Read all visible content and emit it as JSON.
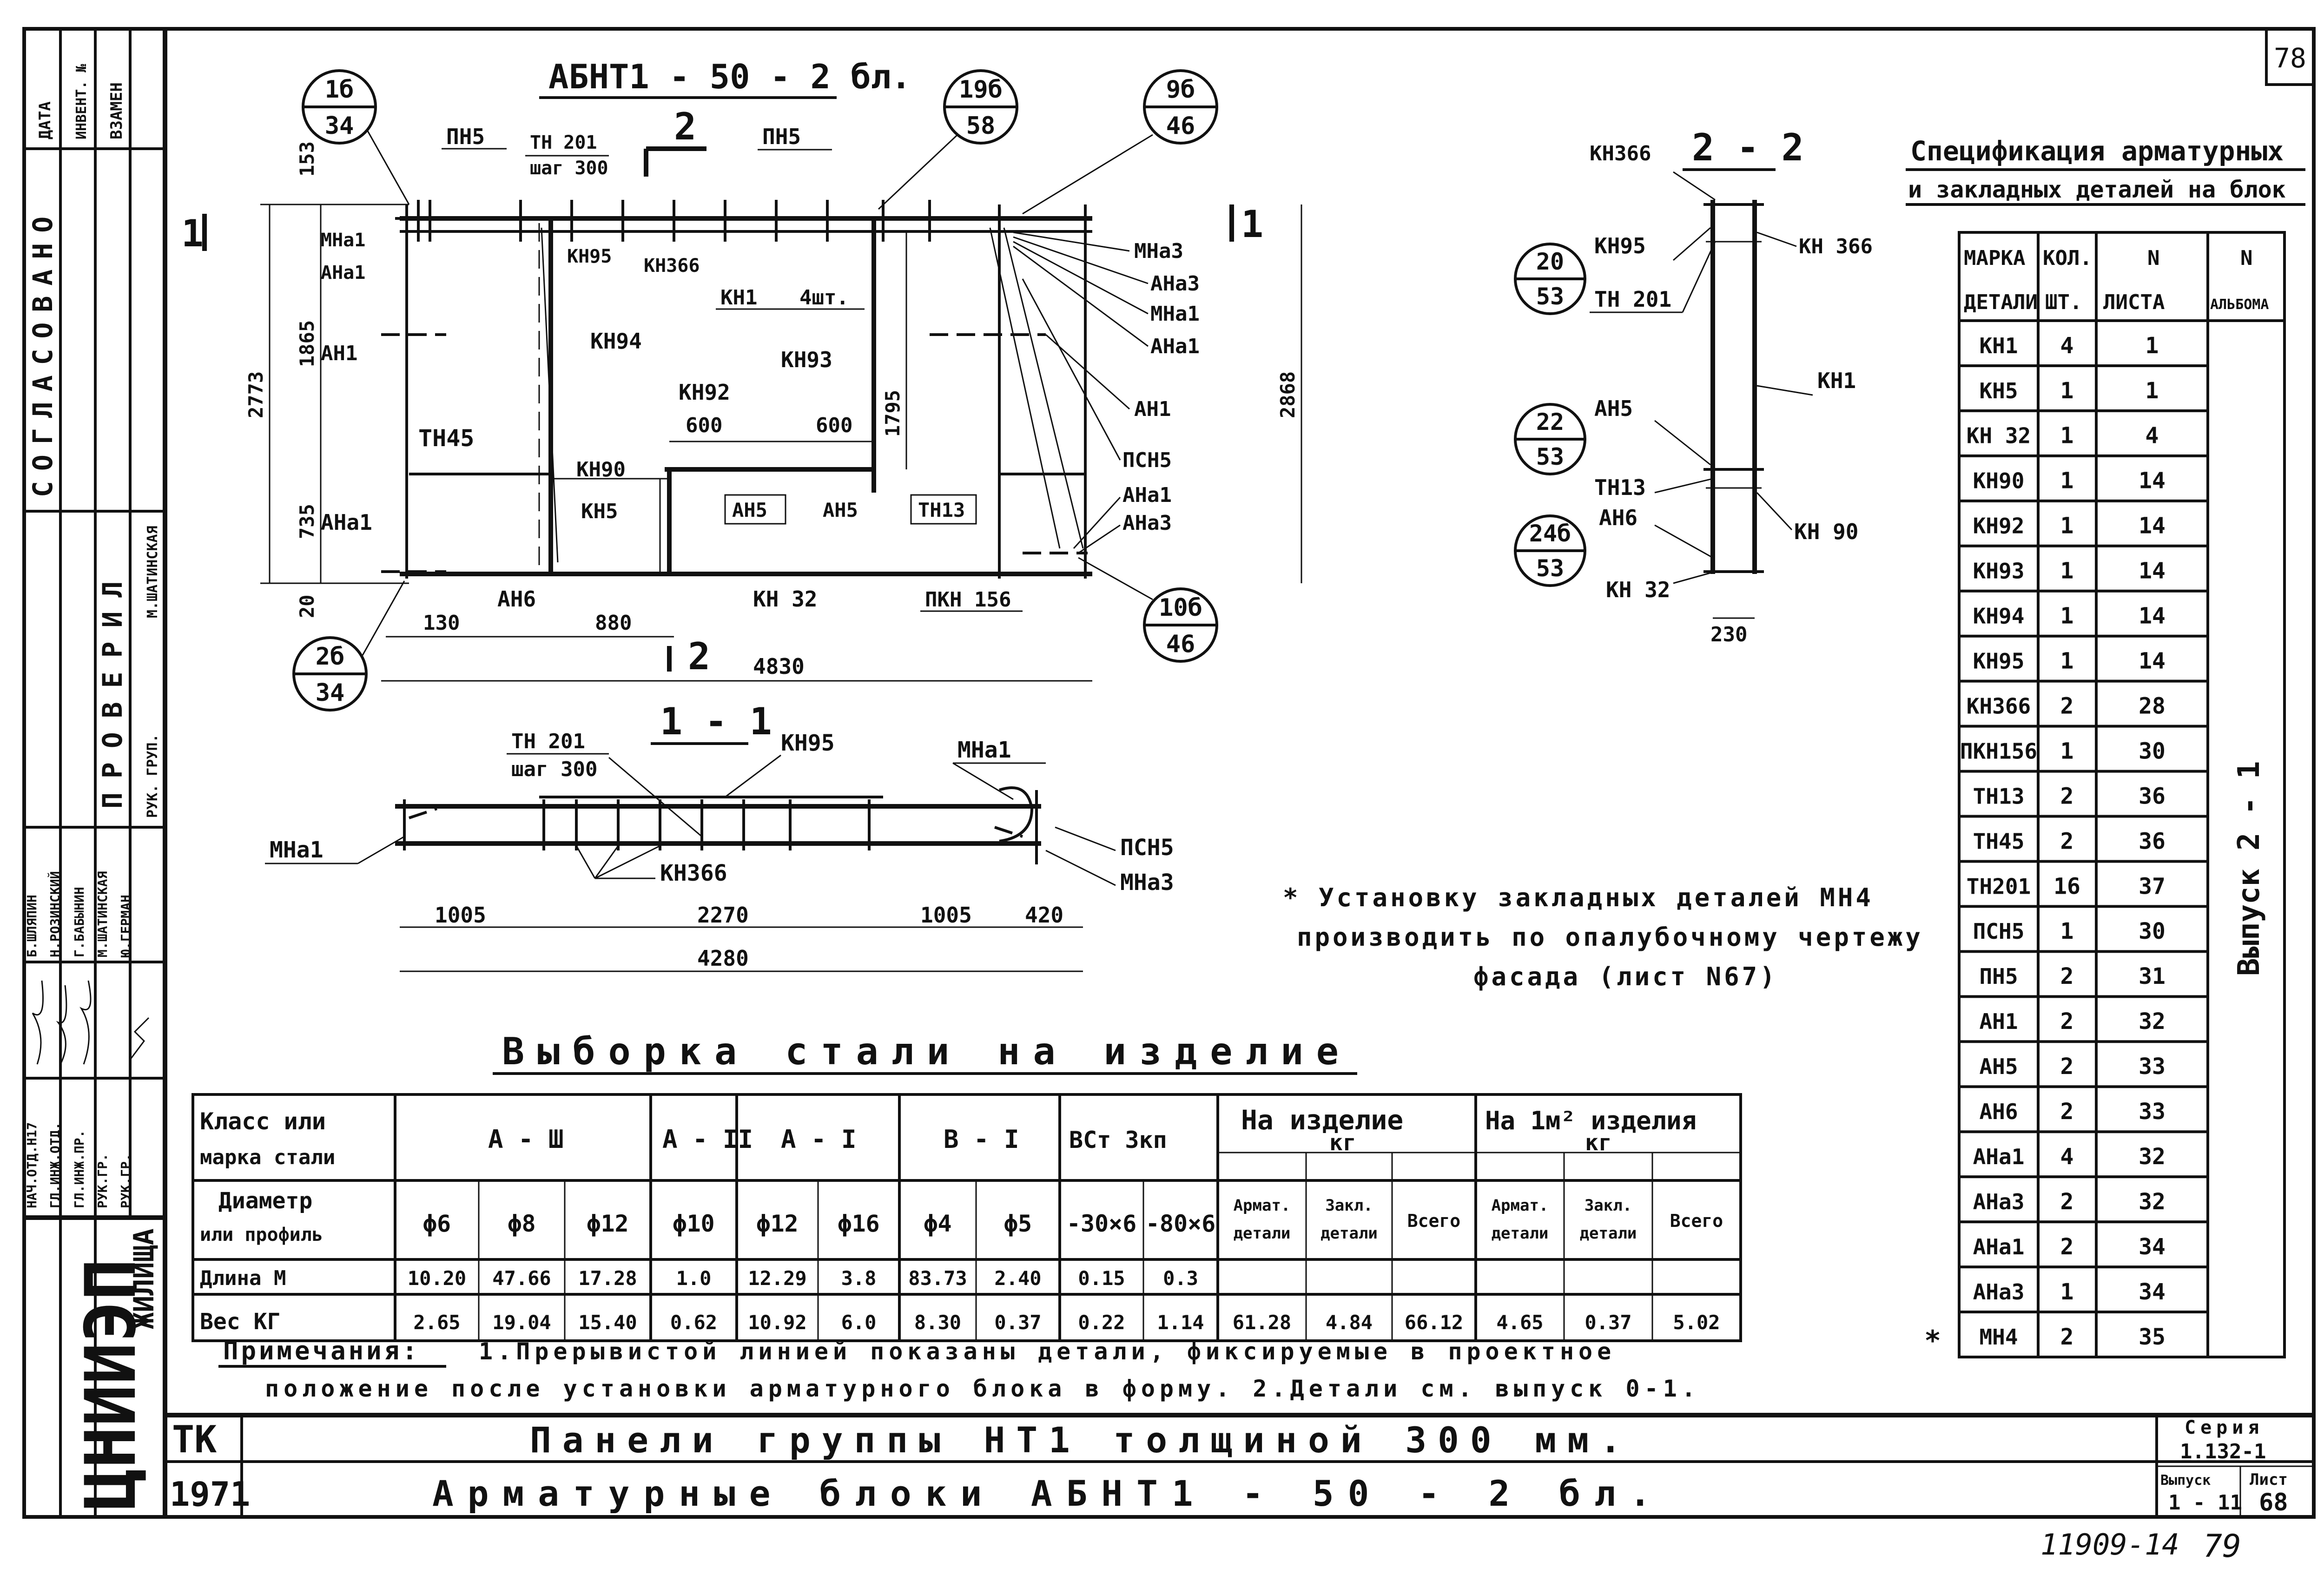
{
  "sheet_corner_number": "78",
  "handwritten_bottom": "11909-14",
  "handwritten_bottom_page": "79",
  "left_strip": {
    "header_date": "ДАТА",
    "header_invent": "ИНВЕНТ. №",
    "header_vzamen": "ВЗАМЕН",
    "soglasovano": "СОГЛАСОВАНО",
    "provereno": "ПРОВЕРИЛ",
    "check_name": "М.ШАТИНСКАЯ",
    "role_ruk_grup": "РУК. ГРУП.",
    "roles": [
      "НАЧ.ОТД.Н17",
      "ГЛ.ИНЖ.ОТД.",
      "ГЛ.ИНЖ.ПР.",
      "РУК.ГР.",
      "РУК.ГР."
    ],
    "names": [
      "Б.ШЛЯПИН",
      "Н.РОЗИНСКИЙ",
      "Г.БАБЫНИН",
      "М.ШАТИНСКАЯ",
      "Ю.ГЕРМАН"
    ],
    "org_name": "ЦНИИЭП",
    "org_suffix": "ЖИЛИЩА"
  },
  "drawing_main": {
    "title": "АБНТ1 - 50 - 2 бл.",
    "section_mark": "2",
    "section_mark_left": "1",
    "section_mark_right": "1",
    "callouts": [
      {
        "top": "1б",
        "bottom": "34"
      },
      {
        "top": "19б",
        "bottom": "58"
      },
      {
        "top": "9б",
        "bottom": "46"
      },
      {
        "top": "2б",
        "bottom": "34"
      },
      {
        "top": "10б",
        "bottom": "46"
      }
    ],
    "labels": {
      "pn5_left": "ПН5",
      "th201": "ТН 201",
      "shag": "шаг 300",
      "pn5_right": "ПН5",
      "mna1_a": "МНа1",
      "ana1_a": "АНа1",
      "kn95": "КН95",
      "kn366": "КН366",
      "kn1": "КН1",
      "kn1_count": "4шт.",
      "an1_left": "АН1",
      "kn94": "КН94",
      "kn93": "КН93",
      "kn92": "КН92",
      "th45": "ТН45",
      "kn90": "КН90",
      "kn5": "КН5",
      "an5_a": "АН5",
      "an5_b": "АН5",
      "th13": "ТН13",
      "ana1_left": "АНа1",
      "an6": "АН6",
      "kn32": "КН 32",
      "pkn156": "ПКН 156",
      "mna3_r": "МНа3",
      "ana3_r": "АНа3",
      "mna1_r": "МНа1",
      "ana1_r": "АНа1",
      "an1_r": "АН1",
      "psn5_r": "ПСН5",
      "ana1_r2": "АНа1",
      "ana3_r2": "АНа3"
    },
    "dims": {
      "d153": "153",
      "d1865": "1865",
      "d2773": "2773",
      "d735": "735",
      "d20": "20",
      "d130": "130",
      "d880": "880",
      "d4830": "4830",
      "d600a": "600",
      "d600b": "600",
      "d1795": "1795",
      "d2868": "2868"
    }
  },
  "section_22": {
    "title": "2 - 2",
    "labels": {
      "kn366_top": "КН366",
      "kn95": "КН95",
      "kn366_r": "КН 366",
      "th201": "ТН 201",
      "kn1": "КН1",
      "an5": "АН5",
      "th13": "ТН13",
      "an6": "АН6",
      "kn90": "КН 90",
      "kn32": "КН 32",
      "d230": "230"
    },
    "callouts": [
      {
        "top": "20",
        "bottom": "53"
      },
      {
        "top": "22",
        "bottom": "53"
      },
      {
        "top": "24б",
        "bottom": "53"
      }
    ]
  },
  "section_11": {
    "title": "1 - 1",
    "labels": {
      "th201": "ТН 201",
      "shag": "шаг 300",
      "kn95": "КН95",
      "mna1_top": "МНа1",
      "mna1_left": "МНа1",
      "kn366": "КН366",
      "psn5": "ПСН5",
      "mna3": "МНа3"
    },
    "dims": {
      "d1005a": "1005",
      "d2270": "2270",
      "d1005b": "1005",
      "d420": "420",
      "d4280": "4280"
    }
  },
  "note_star": {
    "line1": "* Установку закладных деталей МН4",
    "line2": "производить по опалубочному чертежу",
    "line3": "фасада (лист N67)"
  },
  "spec": {
    "title_line1": "Спецификация арматурных",
    "title_line2": "и закладных деталей на блок",
    "headers": [
      [
        "МАРКА",
        "ДЕТАЛИ"
      ],
      [
        "КОЛ.",
        "ШТ."
      ],
      [
        "N",
        "ЛИСТА"
      ],
      [
        "N",
        "АЛЬБОМА"
      ]
    ],
    "album_vertical": "Выпуск 2 - 1",
    "rows": [
      [
        "КН1",
        "4",
        "1"
      ],
      [
        "КН5",
        "1",
        "1"
      ],
      [
        "КН 32",
        "1",
        "4"
      ],
      [
        "КН90",
        "1",
        "14"
      ],
      [
        "КН92",
        "1",
        "14"
      ],
      [
        "КН93",
        "1",
        "14"
      ],
      [
        "КН94",
        "1",
        "14"
      ],
      [
        "КН95",
        "1",
        "14"
      ],
      [
        "КН366",
        "2",
        "28"
      ],
      [
        "ПКН156",
        "1",
        "30"
      ],
      [
        "ТН13",
        "2",
        "36"
      ],
      [
        "ТН45",
        "2",
        "36"
      ],
      [
        "ТН201",
        "16",
        "37"
      ],
      [
        "ПСН5",
        "1",
        "30"
      ],
      [
        "ПН5",
        "2",
        "31"
      ],
      [
        "АН1",
        "2",
        "32"
      ],
      [
        "АН5",
        "2",
        "33"
      ],
      [
        "АН6",
        "2",
        "33"
      ],
      [
        "АНа1",
        "4",
        "32"
      ],
      [
        "АНа3",
        "2",
        "32"
      ],
      [
        "АНа1",
        "2",
        "34"
      ],
      [
        "АНа3",
        "1",
        "34"
      ],
      [
        "МН4",
        "2",
        "35"
      ]
    ],
    "last_row_star": "*"
  },
  "steel": {
    "title": "Выборка стали на изделие",
    "h_class": [
      "Класс или",
      "марка стали"
    ],
    "h_groups": [
      "А - Ш",
      "А - II",
      "А - I",
      "В - I",
      "ВСт 3кп"
    ],
    "h_total_item": [
      "На изделие",
      "кг"
    ],
    "h_total_m2": [
      "На 1м² изделия",
      "кг"
    ],
    "h_diam": [
      "Диаметр",
      "или профиль"
    ],
    "diams": [
      "ϕ6",
      "ϕ8",
      "ϕ12",
      "ϕ10",
      "ϕ12",
      "ϕ16",
      "ϕ4",
      "ϕ5",
      "-30×6",
      "-80×6"
    ],
    "h_sub": [
      "Армат. детали",
      "Закл. детали",
      "Всего",
      "Армат. детали",
      "Закл. детали",
      "Всего"
    ],
    "row_len_label": "Длина М",
    "row_len": [
      "10.20",
      "47.66",
      "17.28",
      "1.0",
      "12.29",
      "3.8",
      "83.73",
      "2.40",
      "0.15",
      "0.3"
    ],
    "row_wt_label": "Вес КГ",
    "row_wt": [
      "2.65",
      "19.04",
      "15.40",
      "0.62",
      "10.92",
      "6.0",
      "8.30",
      "0.37",
      "0.22",
      "1.14",
      "61.28",
      "4.84",
      "66.12",
      "4.65",
      "0.37",
      "5.02"
    ]
  },
  "notes": {
    "label": "Примечания:",
    "line1": "1.Прерывистой линией показаны детали, фиксируемые в проектное",
    "line2": "положение после установки арматурного блока в форму. 2.Детали см. выпуск 0-1."
  },
  "title_block": {
    "tk": "ТК",
    "year": "1971",
    "line1": "Панели группы НТ1 толщиной 300 мм.",
    "line2": "Арматурные блоки АБНТ1 - 50 - 2 бл.",
    "seria_label": "Серия",
    "seria_value": "1.132-1",
    "vypusk_label": "Выпуск",
    "vypusk_value": "1 - 11",
    "list_label": "Лист",
    "list_value": "68"
  }
}
